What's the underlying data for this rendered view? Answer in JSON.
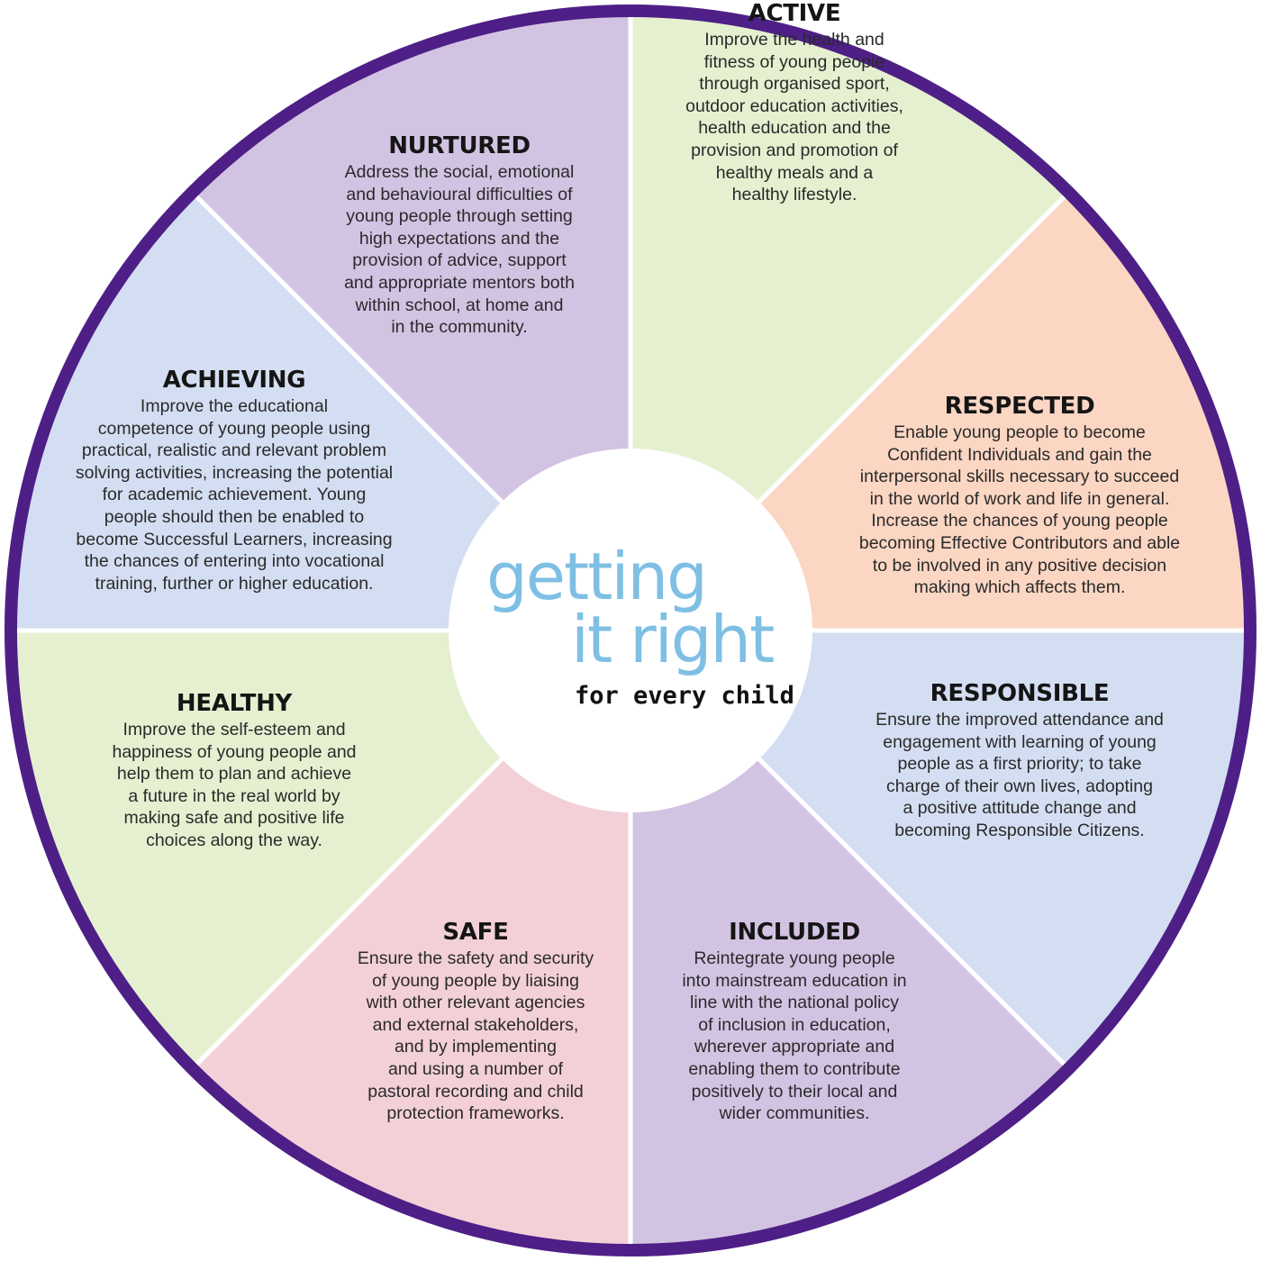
{
  "colors": {
    "ring": "#4e1f86",
    "center": "#ffffff",
    "divider": "#ffffff"
  },
  "logo": {
    "line1": "getting",
    "line2": "it right",
    "line3": "for every child"
  },
  "segments": [
    {
      "key": "nurtured",
      "title": "NURTURED",
      "color": "#e5f0d0",
      "lines": "Address the social, emotional\nand behavioural difficulties of\nyoung people through setting\nhigh expectations and the\nprovision of advice, support\nand appropriate mentors both\nwithin school, at home and\nin the community."
    },
    {
      "key": "active",
      "title": "ACTIVE",
      "color": "#fbd6c3",
      "lines": "Improve the health and\nfitness of young people\nthrough organised sport,\noutdoor education activities,\nhealth education and the\nprovision and promotion of\nhealthy meals and a\nhealthy lifestyle."
    },
    {
      "key": "respected",
      "title": "RESPECTED",
      "color": "#d4def2",
      "lines": "Enable young people to become\nConfident Individuals and gain the\ninterpersonal skills necessary to succeed\nin the world of work and life in general.\nIncrease the chances of young people\nbecoming Effective Contributors and able\nto be involved in any positive decision\nmaking which affects them."
    },
    {
      "key": "responsible",
      "title": "RESPONSIBLE",
      "color": "#d3c3e3",
      "lines": "Ensure the improved attendance and\nengagement with learning of young\npeople as a first priority; to take\ncharge of their own lives, adopting\na positive attitude change and\nbecoming Responsible Citizens."
    },
    {
      "key": "included",
      "title": "INCLUDED",
      "color": "#f3d0d8",
      "lines": "Reintegrate young people\ninto mainstream education in\nline with the national policy\nof inclusion in education,\nwherever appropriate and\nenabling them to contribute\npositively to their local and\nwider communities."
    },
    {
      "key": "safe",
      "title": "SAFE",
      "color": "#e5f0d0",
      "lines": "Ensure the safety and security\nof young people by liaising\nwith other relevant agencies\nand external stakeholders,\nand by implementing\nand using a number of\npastoral recording and child\nprotection frameworks."
    },
    {
      "key": "healthy",
      "title": "HEALTHY",
      "color": "#d4def2",
      "lines": "Improve the self-esteem and\nhappiness of young people and\nhelp them to plan and achieve\na future in the real world by\nmaking safe and positive life\nchoices along the way."
    },
    {
      "key": "achieving",
      "title": "ACHIEVING",
      "color": "#d3c3e3",
      "lines": "Improve the educational\ncompetence of young people using\npractical, realistic and relevant problem\nsolving activities, increasing the potential\nfor academic achievement. Young\npeople should then be enabled to\nbecome Successful Learners, increasing\nthe chances of entering into vocational\ntraining, further or higher education."
    }
  ]
}
